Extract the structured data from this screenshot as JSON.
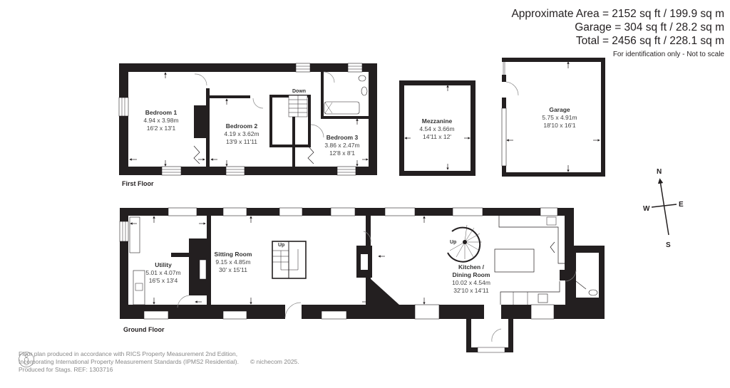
{
  "area_summary": {
    "approximate_area": "Approximate Area = 2152 sq ft / 199.9 sq m",
    "garage": "Garage = 304 sq ft / 28.2 sq m",
    "total": "Total = 2456 sq ft / 228.1 sq m",
    "note": "For identification only - Not to scale"
  },
  "floors": {
    "first_floor": {
      "label": "First Floor",
      "rooms": [
        {
          "name": "Bedroom 1",
          "metric": "4.94 x 3.98m",
          "imperial": "16'2 x 13'1"
        },
        {
          "name": "Bedroom 2",
          "metric": "4.19 x 3.62m",
          "imperial": "13'9 x 11'11"
        },
        {
          "name": "Bedroom 3",
          "metric": "3.86 x 2.47m",
          "imperial": "12'8 x 8'1"
        }
      ],
      "stairs_label": "Down"
    },
    "mezzanine": {
      "name": "Mezzanine",
      "metric": "4.54 x 3.66m",
      "imperial": "14'11 x 12'"
    },
    "garage": {
      "name": "Garage",
      "metric": "5.75 x 4.91m",
      "imperial": "18'10 x 16'1"
    },
    "ground_floor": {
      "label": "Ground Floor",
      "rooms": [
        {
          "name": "Utility",
          "metric": "5.01 x 4.07m",
          "imperial": "16'5 x 13'4"
        },
        {
          "name": "Sitting Room",
          "metric": "9.15 x 4.85m",
          "imperial": "30' x 15'11"
        },
        {
          "name": "Kitchen /",
          "name2": "Dining Room",
          "metric": "10.02 x 4.54m",
          "imperial": "32'10 x 14'11"
        }
      ],
      "stairs_label": "Up",
      "spiral_label": "Up"
    }
  },
  "compass": {
    "n": "N",
    "s": "S",
    "e": "E",
    "w": "W"
  },
  "footer": {
    "line1": "Floor plan produced in accordance with RICS Property Measurement 2nd Edition,",
    "line2": "Incorporating International Property Measurement Standards (IPMS2 Residential).",
    "copyright": "© nichecom 2025.",
    "line3": "Produced for Stags.   REF: 1303716"
  },
  "colors": {
    "wall": "#231f20",
    "text": "#333333",
    "footer_text": "#888888"
  }
}
